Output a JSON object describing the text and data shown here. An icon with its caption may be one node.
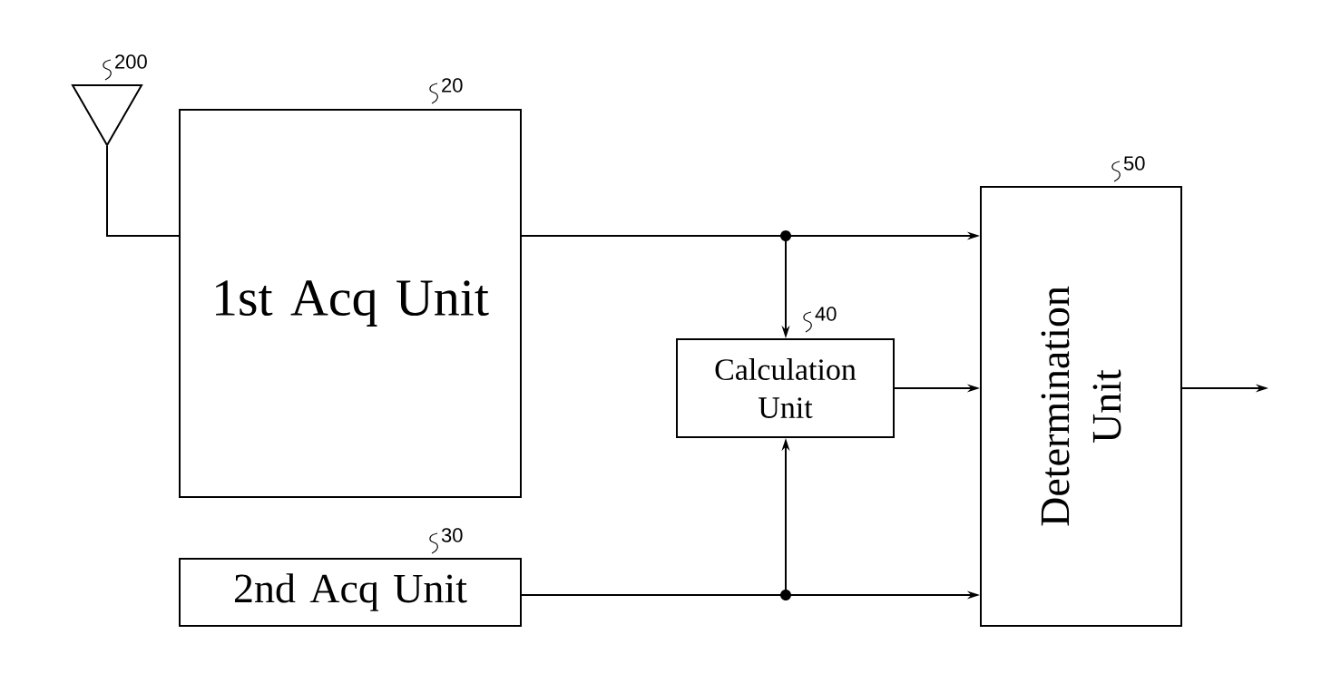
{
  "diagram": {
    "nodes": [
      {
        "text": [],
        "shape": "antenna",
        "beside": [
          "200"
        ]
      },
      {
        "text": [
          "1st Acq Unit"
        ],
        "beside": [
          "20"
        ]
      },
      {
        "text": [
          "2nd Acq Unit"
        ],
        "beside": [
          "30"
        ]
      },
      {
        "text": [
          "Calculation Unit"
        ],
        "beside": [
          "40"
        ]
      },
      {
        "text": [
          "Determination Unit"
        ],
        "beside": [
          "50"
        ]
      },
      {
        "text": [],
        "shape": "circle"
      },
      {
        "text": [],
        "shape": "circle"
      }
    ],
    "edges": [
      {
        "from": 0,
        "to": 1,
        "arrow": "none"
      },
      {
        "from": 1,
        "to": 5,
        "arrow": "none"
      },
      {
        "from": 5,
        "to": 4,
        "arrow": "to"
      },
      {
        "from": 5,
        "to": 3,
        "arrow": "to"
      },
      {
        "from": 2,
        "to": 6,
        "arrow": "none"
      },
      {
        "from": 6,
        "to": 4,
        "arrow": "to"
      },
      {
        "from": 6,
        "to": 3,
        "arrow": "to"
      },
      {
        "from": 3,
        "to": 4,
        "arrow": "to"
      },
      {
        "from": 4,
        "to": null,
        "arrow": "to"
      }
    ]
  }
}
